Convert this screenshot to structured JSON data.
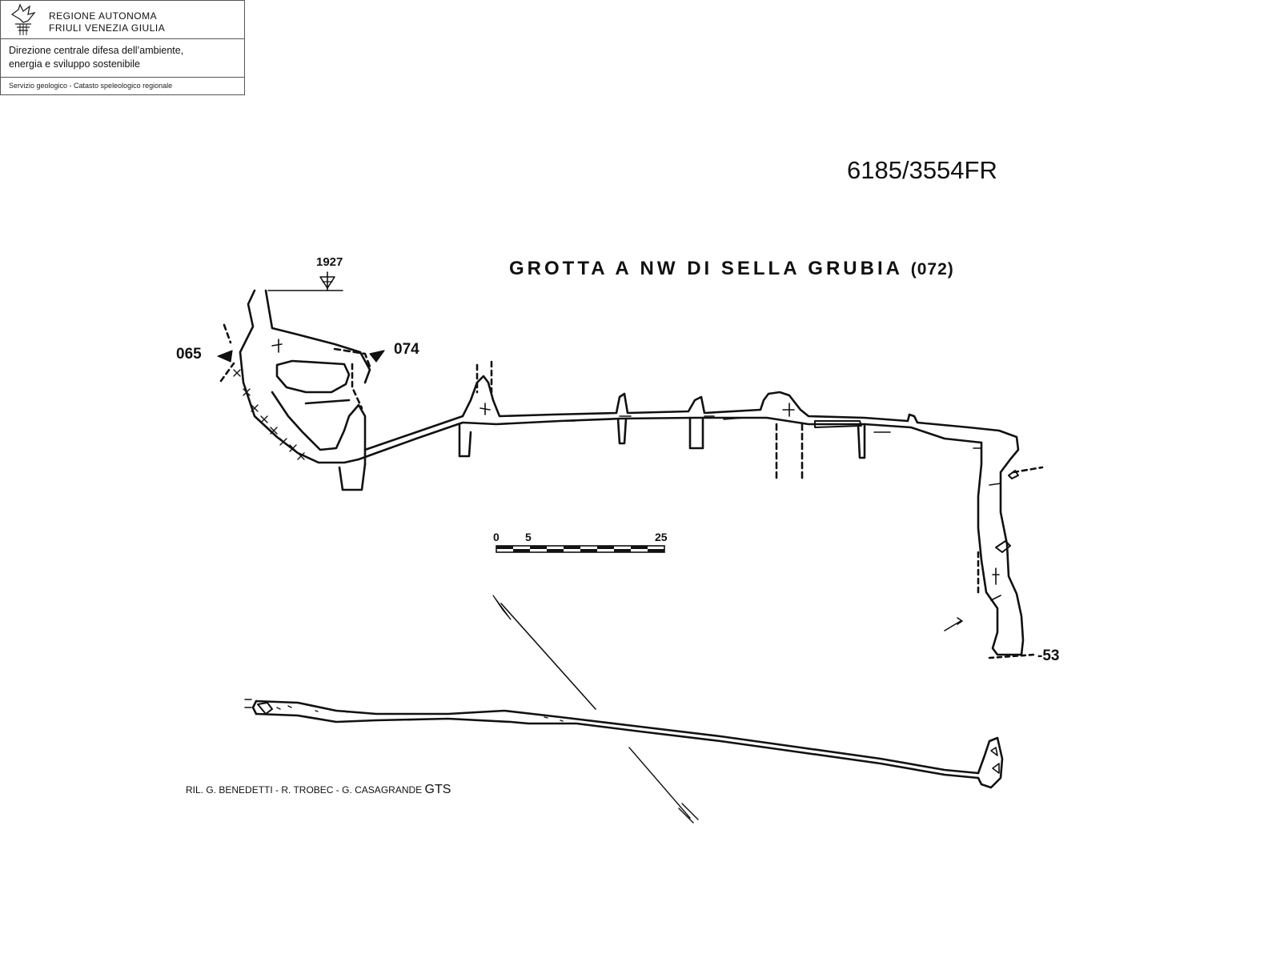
{
  "header": {
    "org_line1": "REGIONE AUTONOMA",
    "org_line2": "FRIULI VENEZIA GIULIA",
    "dept_line1": "Direzione centrale difesa dell’ambiente,",
    "dept_line2": "energia e sviluppo sostenibile",
    "service": "Servizio geologico - Catasto speleologico regionale",
    "logo_icon": "eagle-emblem-icon"
  },
  "cave": {
    "code": "6185/3554FR",
    "title": "GROTTA A NW DI SELLA GRUBIA",
    "title_suffix": "(072)",
    "elevation": "1927",
    "depth_label": "-53",
    "entrance_left": "065",
    "entrance_right": "074"
  },
  "scale": {
    "label_0": "0",
    "label_5": "5",
    "label_25": "25"
  },
  "credits": {
    "text": "RIL. G. BENEDETTI - R. TROBEC - G. CASAGRANDE",
    "gts": "GTS"
  },
  "colors": {
    "ink": "#111111",
    "paper": "#ffffff"
  }
}
